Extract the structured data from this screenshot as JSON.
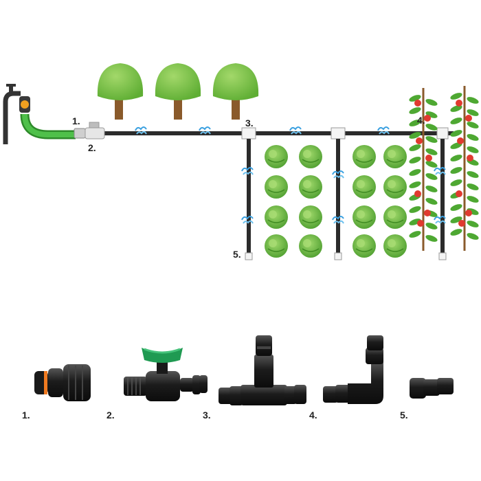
{
  "diagram": {
    "labels": {
      "l1": "1.",
      "l2": "2.",
      "l3": "3.",
      "l4": "4.",
      "l5": "5."
    },
    "parts": [
      {
        "label": "1.",
        "icon": "hose-connector-icon"
      },
      {
        "label": "2.",
        "icon": "ball-valve-icon"
      },
      {
        "label": "3.",
        "icon": "tee-connector-icon"
      },
      {
        "label": "4.",
        "icon": "elbow-connector-icon"
      },
      {
        "label": "5.",
        "icon": "end-plug-icon"
      }
    ],
    "colors": {
      "tube": "#2b2b2b",
      "hose": "#3fae3a",
      "tree": "#7cc243",
      "trunk": "#8a5a2b",
      "lettuce": "#6dbb45",
      "tomato": "#e03a2f",
      "water": "#3aa0e0",
      "valve_handle": "#1f9a52"
    }
  }
}
